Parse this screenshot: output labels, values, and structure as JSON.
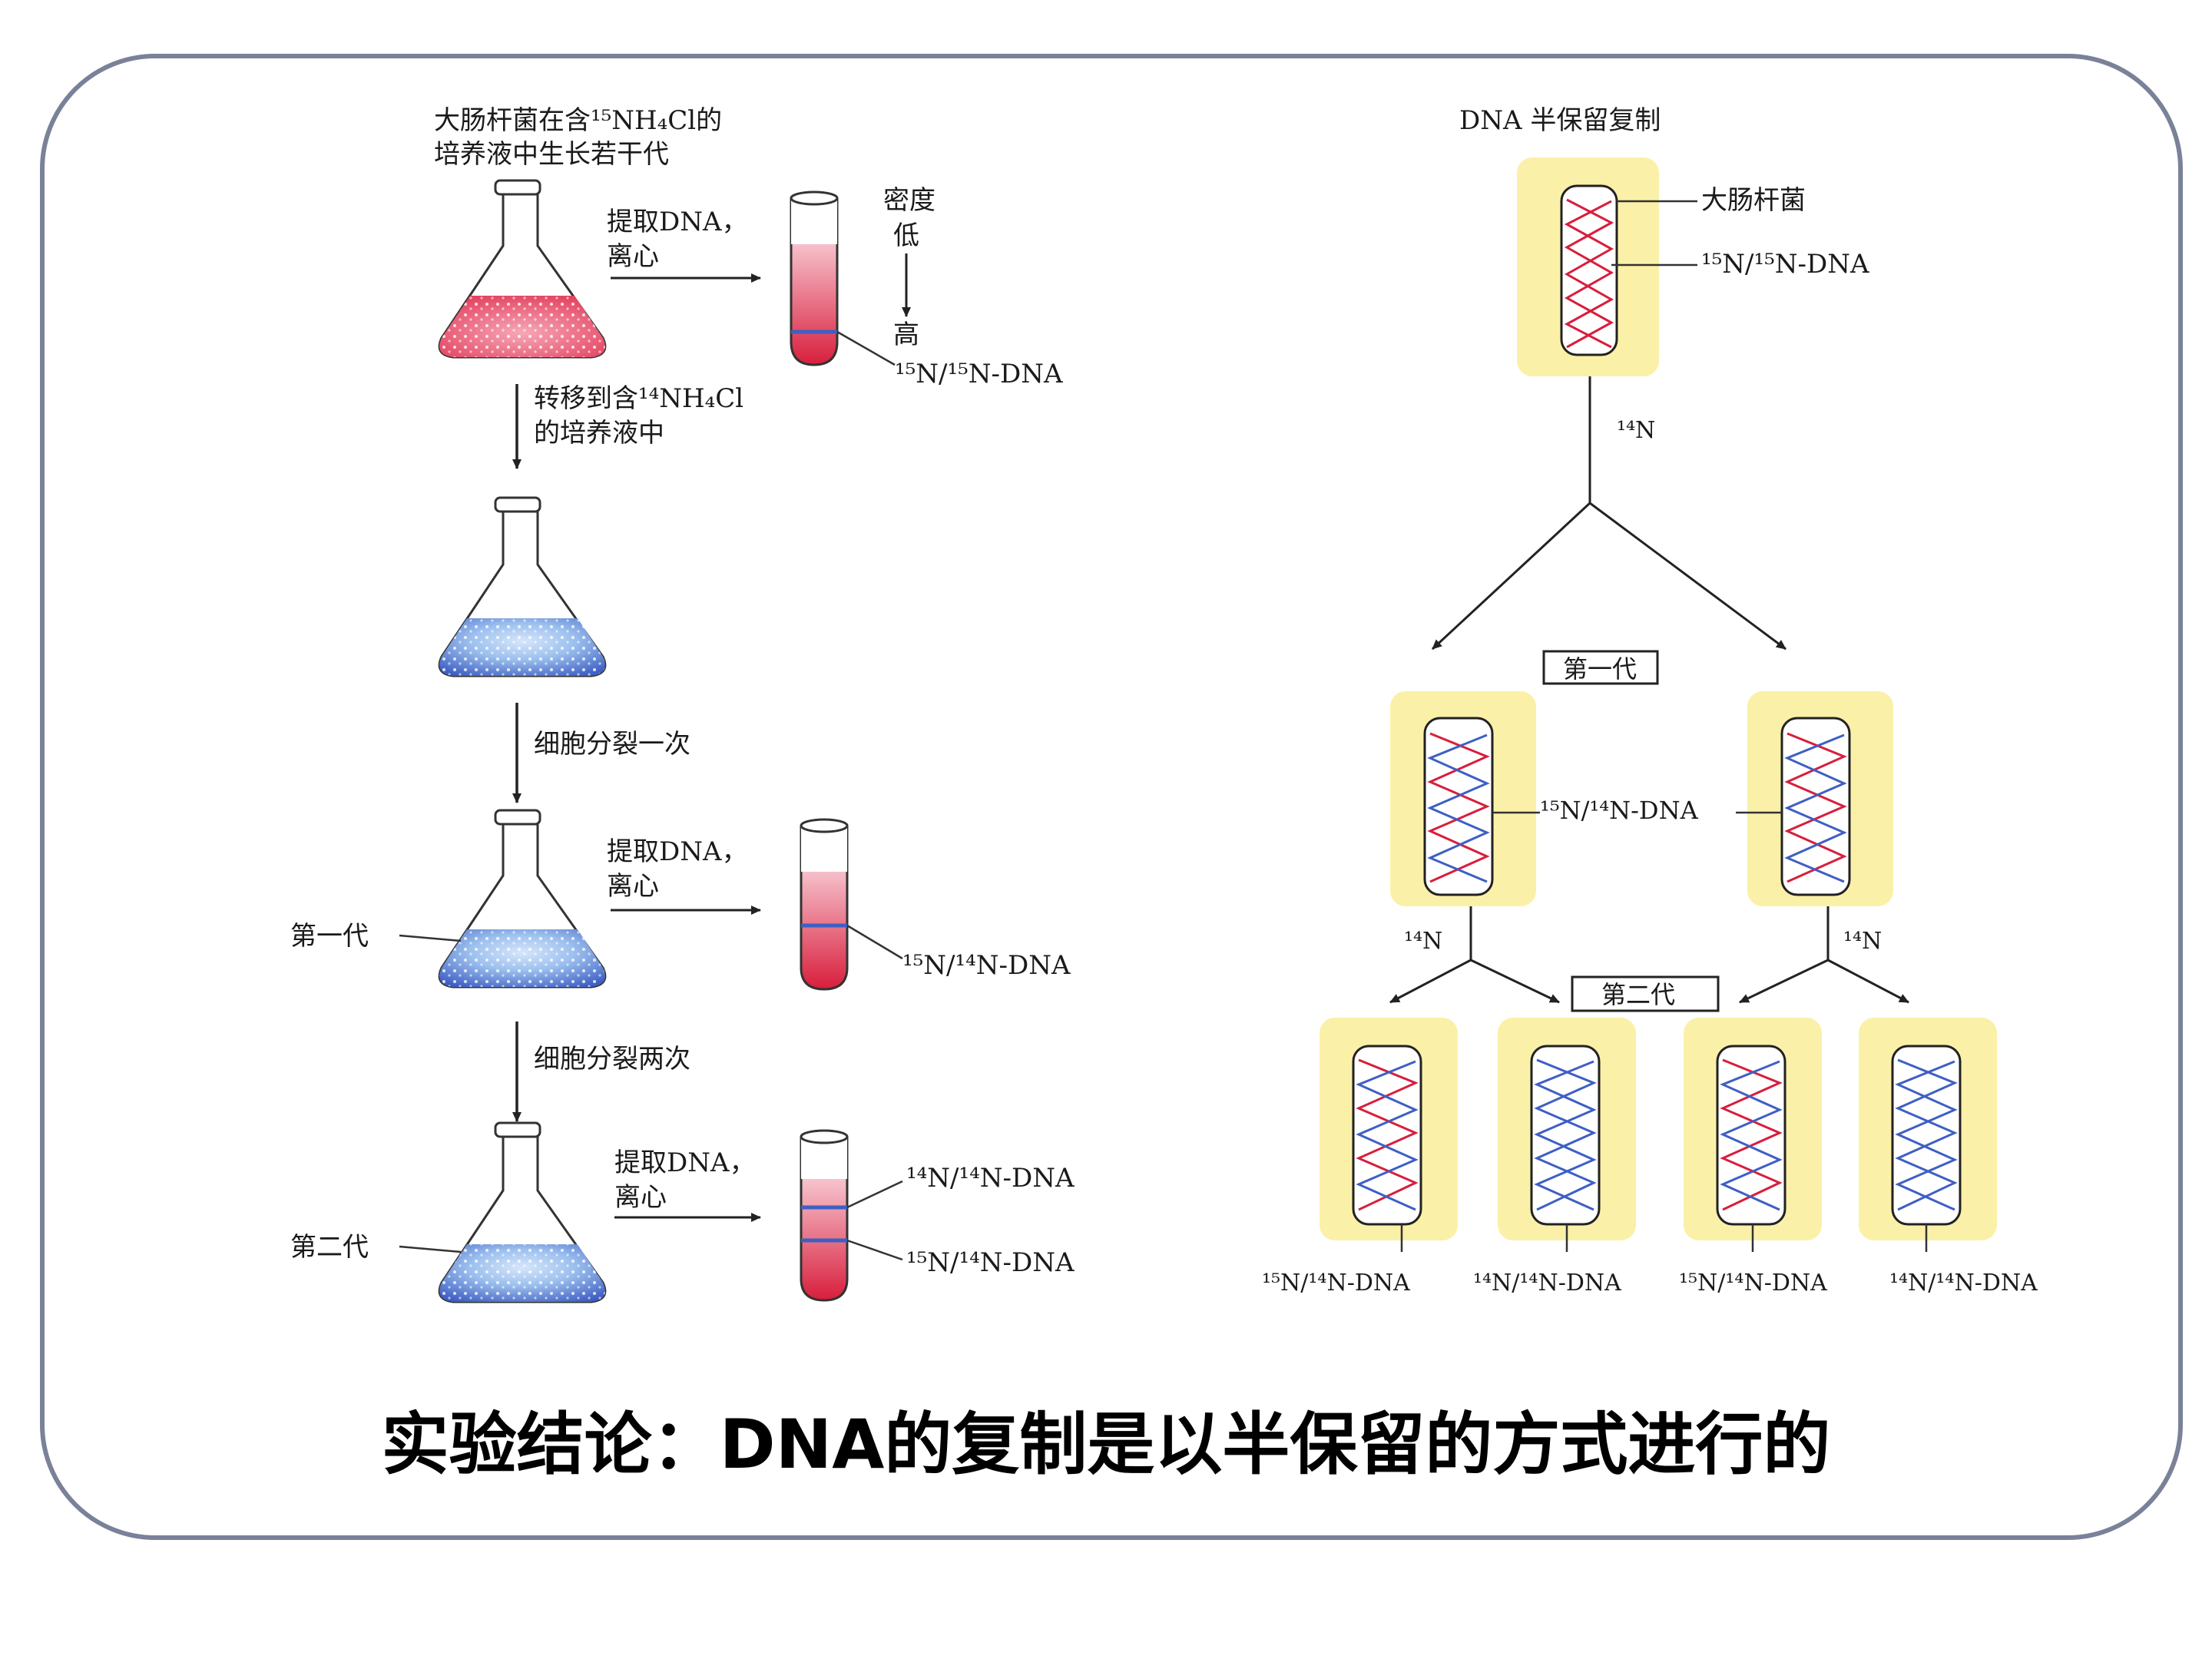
{
  "left": {
    "caption": "大肠杆菌在含¹⁵NH₄Cl的",
    "caption2": "培养液中生长若干代",
    "extract": "提取DNA，",
    "centrifuge": "离心",
    "density_low": "密度",
    "density_low2": "低",
    "density_high": "高",
    "band_top": "¹⁵N/¹⁵N-DNA",
    "transfer": "转移到含¹⁴NH₄Cl",
    "transfer2": "的培养液中",
    "divide_once": "细胞分裂一次",
    "divide_twice": "细胞分裂两次",
    "gen1": "第一代",
    "gen2": "第二代",
    "gen1_band": "¹⁵N/¹⁴N-DNA",
    "gen2_band_a": "¹⁴N/¹⁴N-DNA",
    "gen2_band_b": "¹⁵N/¹⁴N-DNA"
  },
  "right": {
    "title": "DNA 半保留复制",
    "ecoli": "大肠杆菌",
    "parent": "¹⁵N/¹⁵N-DNA",
    "n14": "¹⁴N",
    "gen1": "第一代",
    "gen1_label": "¹⁵N/¹⁴N-DNA",
    "gen2": "第二代",
    "bottom_labels": [
      "¹⁵N/¹⁴N-DNA",
      "¹⁴N/¹⁴N-DNA",
      "¹⁵N/¹⁴N-DNA",
      "¹⁴N/¹⁴N-DNA"
    ]
  },
  "conclusion": "实验结论：DNA的复制是以半保留的方式进行的",
  "colors": {
    "red": "#d81e3c",
    "blue": "#3e5fc4",
    "yellow": "#fbf0a8",
    "frame": "#7a8199"
  }
}
